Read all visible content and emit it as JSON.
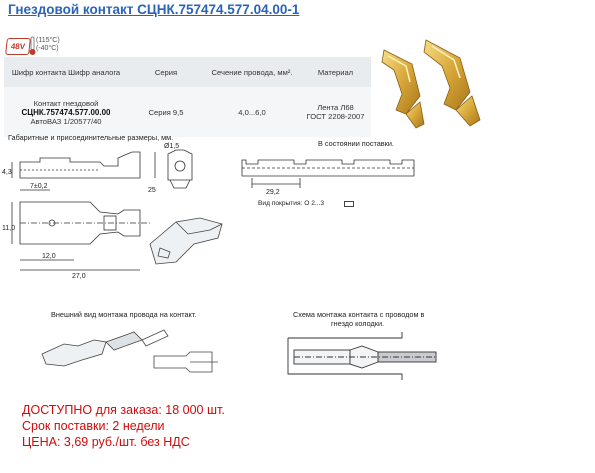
{
  "title": "Гнездовой контакт СЦНК.757474.577.04.00-1",
  "badge": {
    "voltage": "48V",
    "temp_high": "(115°C)",
    "temp_low": "(-40°C)"
  },
  "table": {
    "headers": [
      "Шифр контакта Шифр аналога",
      "Серия",
      "Сечение провода, мм².",
      "Материал"
    ],
    "row": {
      "code_line1": "Контакт гнездовой",
      "code_line2": "СЦНК.757474.577.00.00",
      "code_line3": "АвтоВАЗ 1/20577/40",
      "series": "Серия 9,5",
      "section": "4,0...6,0",
      "material_line1": "Лента Л68",
      "material_line2": "ГОСТ 2208-2007"
    }
  },
  "captions": {
    "dimensions": "Габаритные и присоединительные размеры, мм.",
    "supply": "В состоянии поставки.",
    "coating_label": "Вид покрытия: О 2...3",
    "mount_view": "Внешний вид монтажа провода на контакт.",
    "scheme_line1": "Схема монтажа контакта с проводом в",
    "scheme_line2": "гнездо колодки."
  },
  "dims": {
    "d15": "Ø1,5",
    "h43": "4,3",
    "w7": "7±0,2",
    "w12": "12,0",
    "w27": "27,0",
    "h11": "11,0",
    "h25": "25",
    "pitch": "29,2"
  },
  "availability": {
    "stock": "ДОСТУПНО для заказа: 18 000 шт.",
    "lead": "Срок поставки: 2 недели",
    "price": "ЦЕНА: 3,69  руб./шт. без НДС"
  }
}
